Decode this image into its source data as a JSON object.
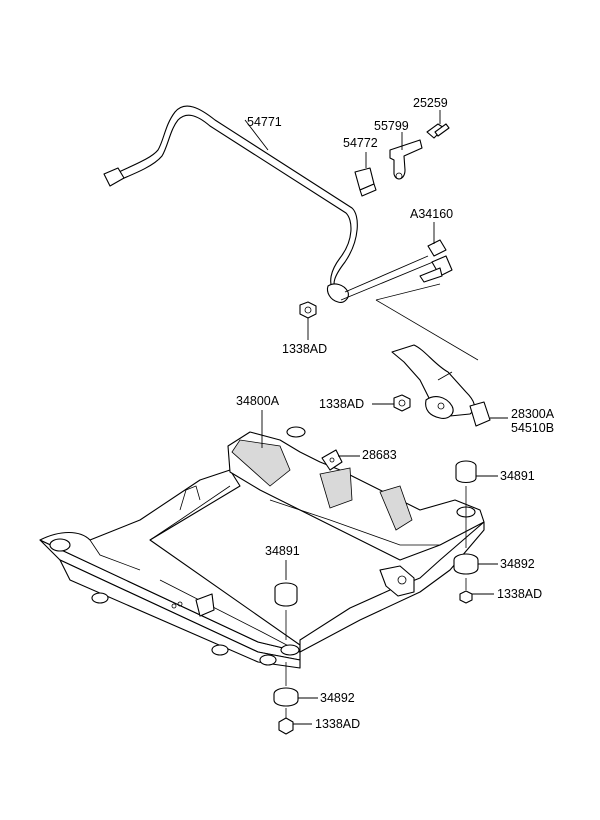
{
  "labels": {
    "p25259": "25259",
    "p55799": "55799",
    "p54771": "54771",
    "p54772": "54772",
    "pA34160": "A34160",
    "p1338AD_top": "1338AD",
    "p1338AD_mid": "1338AD",
    "p28300A": "28300A",
    "p54510B": "54510B",
    "p34800A": "34800A",
    "p28683": "28683",
    "p34891_right": "34891",
    "p34891_center": "34891",
    "p34892_right": "34892",
    "p1338AD_right": "1338AD",
    "p34892_bottom": "34892",
    "p1338AD_bottom": "1338AD"
  }
}
